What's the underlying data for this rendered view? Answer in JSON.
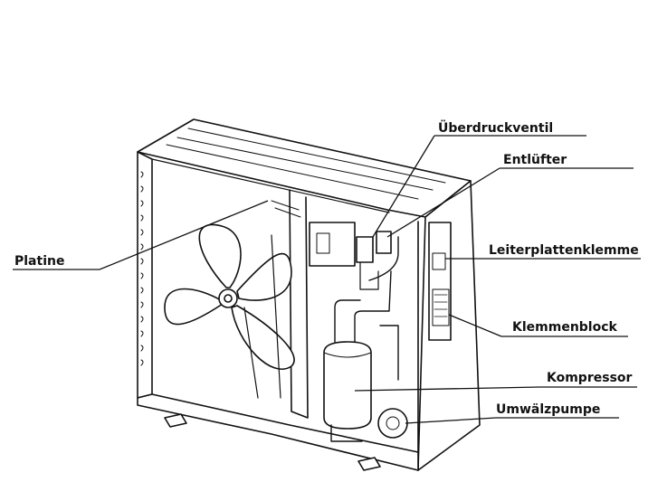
{
  "labels": {
    "platine": "Platine",
    "ueberdruckventil": "Überdruckventil",
    "entluefter": "Entlüfter",
    "leiterplattenklemme": "Leiterplattenklemme",
    "klemmenblock": "Klemmenblock",
    "kompressor": "Kompressor",
    "umwaelzpumpe": "Umwälzpumpe"
  },
  "colors": {
    "line": "#111111",
    "background": "#ffffff"
  }
}
